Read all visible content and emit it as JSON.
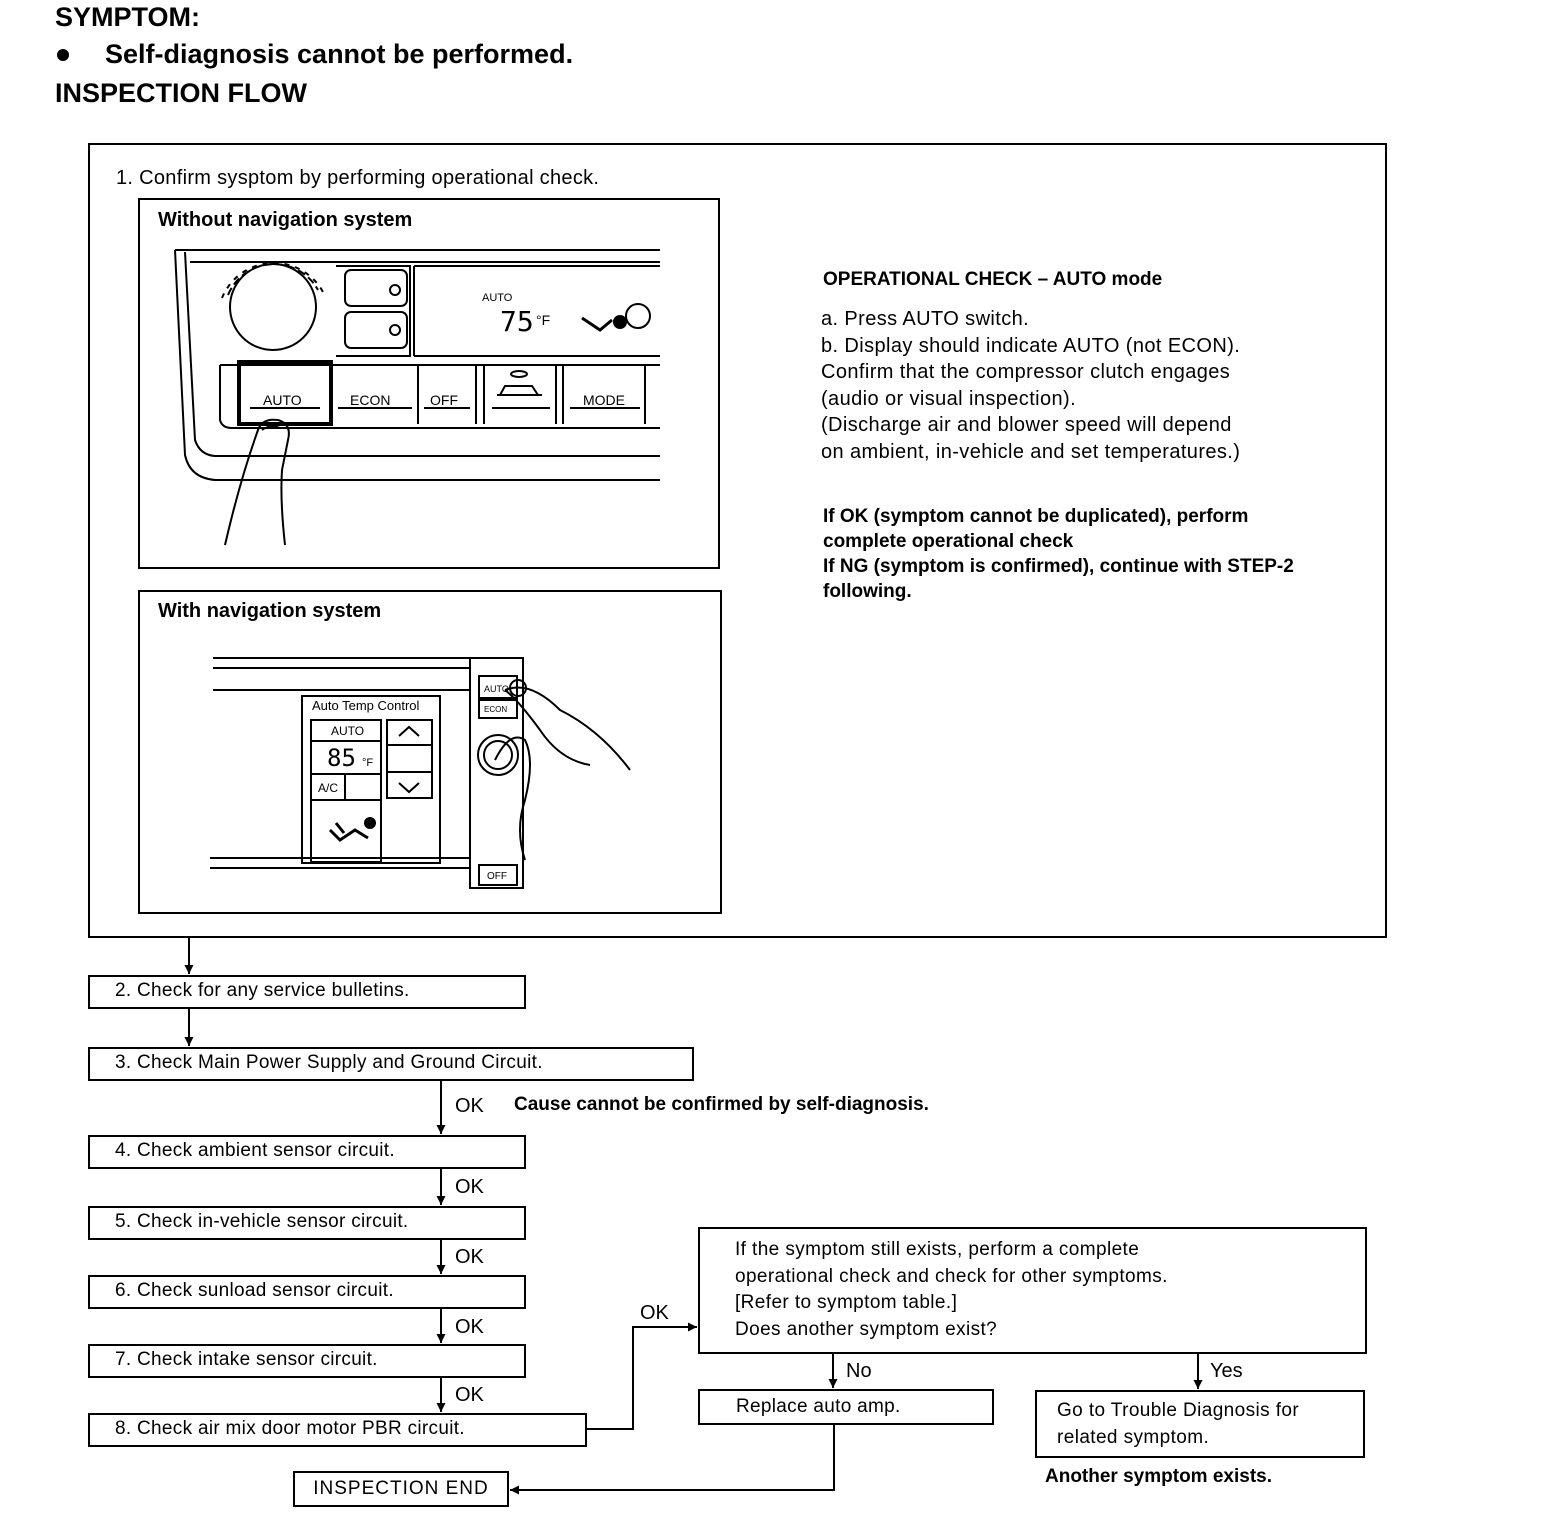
{
  "header": {
    "symptom_label": "SYMPTOM:",
    "symptom": "Self-diagnosis cannot be performed.",
    "flow_title": "INSPECTION FLOW"
  },
  "step1": {
    "label": "1. Confirm sysptom by performing operational check.",
    "panel_without_nav": {
      "title": "Without navigation system",
      "display_mode": "AUTO",
      "display_temp": "75",
      "display_unit": "°F",
      "buttons": [
        "AUTO",
        "ECON",
        "OFF",
        "MODE"
      ]
    },
    "panel_with_nav": {
      "title": "With navigation system",
      "screen_title": "Auto Temp Control",
      "display_mode": "AUTO",
      "display_temp": "85",
      "display_unit": "°F",
      "ac_label": "A/C",
      "side_buttons": [
        "AUTO",
        "ECON",
        "OFF"
      ]
    },
    "operational_check": {
      "title": "OPERATIONAL CHECK – AUTO mode",
      "lines": [
        "a. Press AUTO switch.",
        "b. Display should indicate AUTO (not ECON).",
        "Confirm that the compressor clutch engages",
        "(audio or visual inspection).",
        "(Discharge air and blower speed will depend",
        "on ambient, in-vehicle and set temperatures.)"
      ]
    },
    "notes": [
      "If OK (symptom cannot be duplicated), perform",
      "complete operational check",
      "If NG (symptom is confirmed), continue with STEP-2",
      "following."
    ]
  },
  "steps": [
    "2. Check for any service bulletins.",
    "3. Check Main Power Supply and Ground Circuit.",
    "4. Check ambient sensor circuit.",
    "5. Check in-vehicle sensor circuit.",
    "6. Check sunload sensor circuit.",
    "7. Check intake sensor circuit.",
    "8. Check air mix door motor PBR circuit."
  ],
  "ok_label": "OK",
  "cause_note": "Cause cannot be confirmed by self-diagnosis.",
  "question": {
    "lines": [
      "If the symptom still exists, perform a complete",
      "operational check and check for other symptoms.",
      "[Refer to symptom table.]",
      "Does another symptom exist?"
    ]
  },
  "no_label": "No",
  "yes_label": "Yes",
  "replace_box": "Replace auto amp.",
  "trouble_box": [
    "Go to Trouble Diagnosis for",
    "related symptom."
  ],
  "another_symptom": "Another symptom exists.",
  "end_box": "INSPECTION END"
}
